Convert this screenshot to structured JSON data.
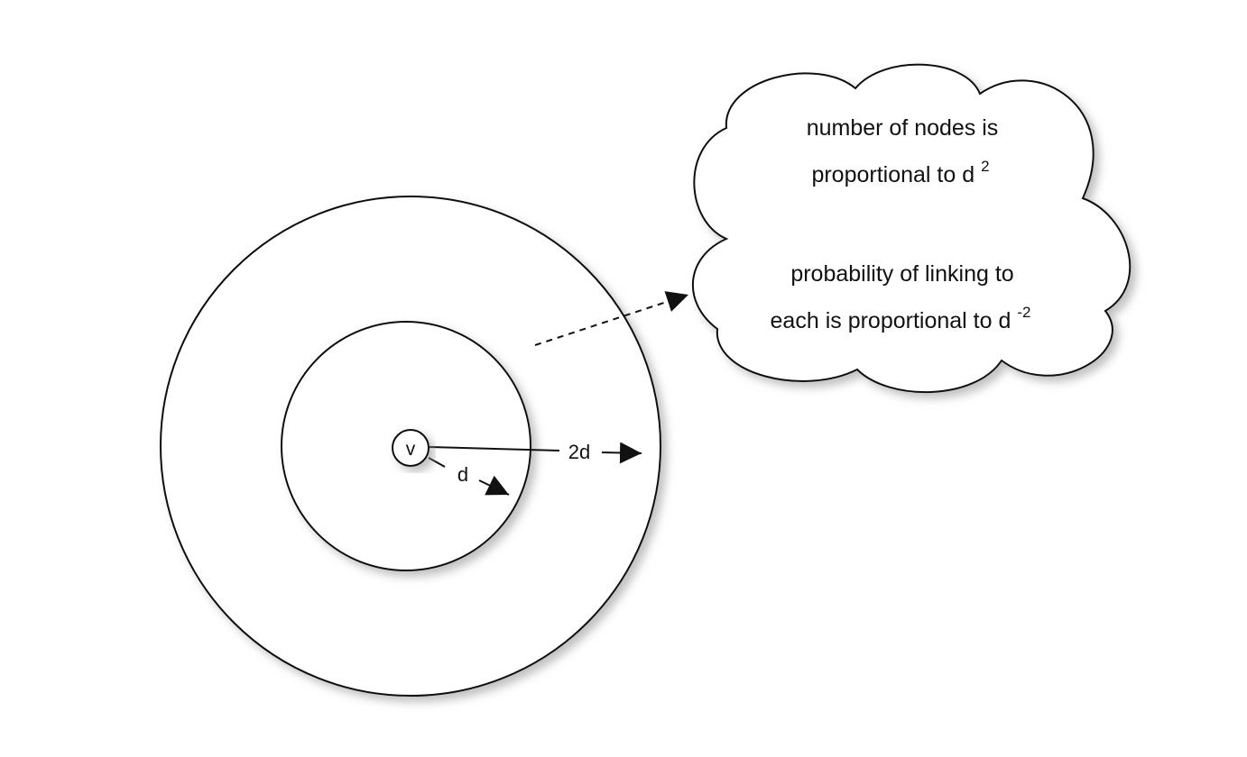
{
  "diagram": {
    "node_label": "v",
    "inner_radius_label": "d",
    "outer_radius_label": "2d",
    "callout": {
      "line1": "number of nodes is",
      "line2_text": "proportional to d",
      "line2_exponent": "2",
      "line3": "probability of linking to",
      "line4_text": "each is proportional to d",
      "line4_exponent": "-2"
    }
  },
  "colors": {
    "stroke": "#111111",
    "fill": "#ffffff",
    "shadow": "#9a9a9a"
  }
}
